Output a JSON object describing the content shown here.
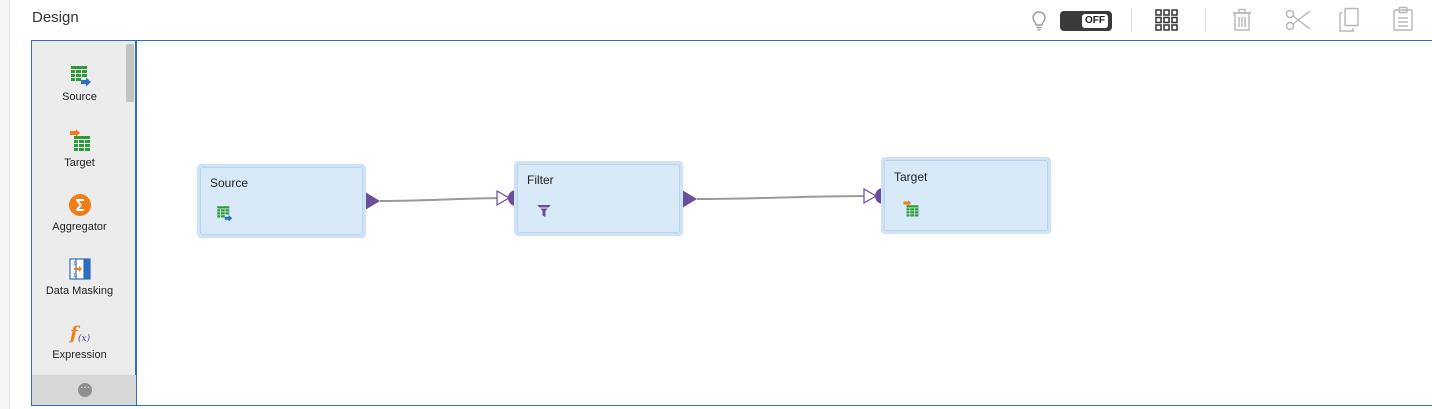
{
  "header": {
    "title": "Design"
  },
  "toolbar": {
    "toggle_label": "OFF",
    "icons": [
      "lightbulb-icon",
      "grid-icon",
      "trash-icon",
      "scissors-icon",
      "copy-icon",
      "paste-icon"
    ]
  },
  "palette": {
    "items": [
      {
        "label": "Source",
        "icon": "source-table-icon"
      },
      {
        "label": "Target",
        "icon": "target-table-icon"
      },
      {
        "label": "Aggregator",
        "icon": "sigma-icon"
      },
      {
        "label": "Data Masking",
        "icon": "data-masking-icon"
      },
      {
        "label": "Expression",
        "icon": "function-icon"
      }
    ],
    "more_icon": "more-icon"
  },
  "canvas": {
    "nodes": [
      {
        "id": "source",
        "title": "Source",
        "icon": "source-table-icon"
      },
      {
        "id": "filter",
        "title": "Filter",
        "icon": "funnel-icon"
      },
      {
        "id": "target",
        "title": "Target",
        "icon": "target-table-icon"
      }
    ]
  },
  "colors": {
    "accent": "#2d6fbf",
    "node_fill": "#d8eaf8",
    "port": "#6b4d9a",
    "aggregator": "#f07d1a",
    "grid_green": "#2e9b3b"
  }
}
